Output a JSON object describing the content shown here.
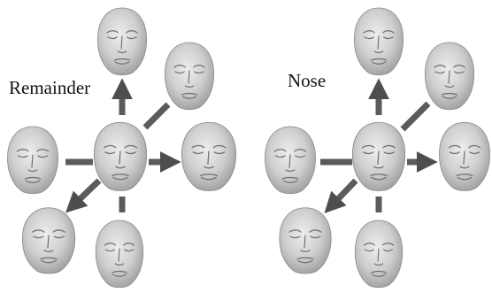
{
  "panels": [
    {
      "label": "Remainder",
      "center_face": "average-face",
      "variant_faces": [
        "variant-face-top",
        "variant-face-top-right",
        "variant-face-right",
        "variant-face-bottom",
        "variant-face-bottom-left",
        "variant-face-left"
      ],
      "arrows": [
        "up",
        "right"
      ],
      "plain_connectors": [
        "top-right",
        "bottom",
        "left"
      ],
      "arrow_with_head_down_left": true
    },
    {
      "label": "Nose",
      "center_face": "average-face",
      "variant_faces": [
        "variant-face-top",
        "variant-face-top-right",
        "variant-face-right",
        "variant-face-bottom",
        "variant-face-bottom-left",
        "variant-face-left"
      ],
      "arrows": [
        "up",
        "right"
      ],
      "plain_connectors": [
        "top-right",
        "bottom",
        "left"
      ],
      "arrow_with_head_down_left": true
    }
  ],
  "colors": {
    "face_light": "#e4e4e4",
    "face_mid": "#bdbdbd",
    "face_dark": "#8f8f8f",
    "connector": "#5b5b5b",
    "text": "#111111"
  }
}
